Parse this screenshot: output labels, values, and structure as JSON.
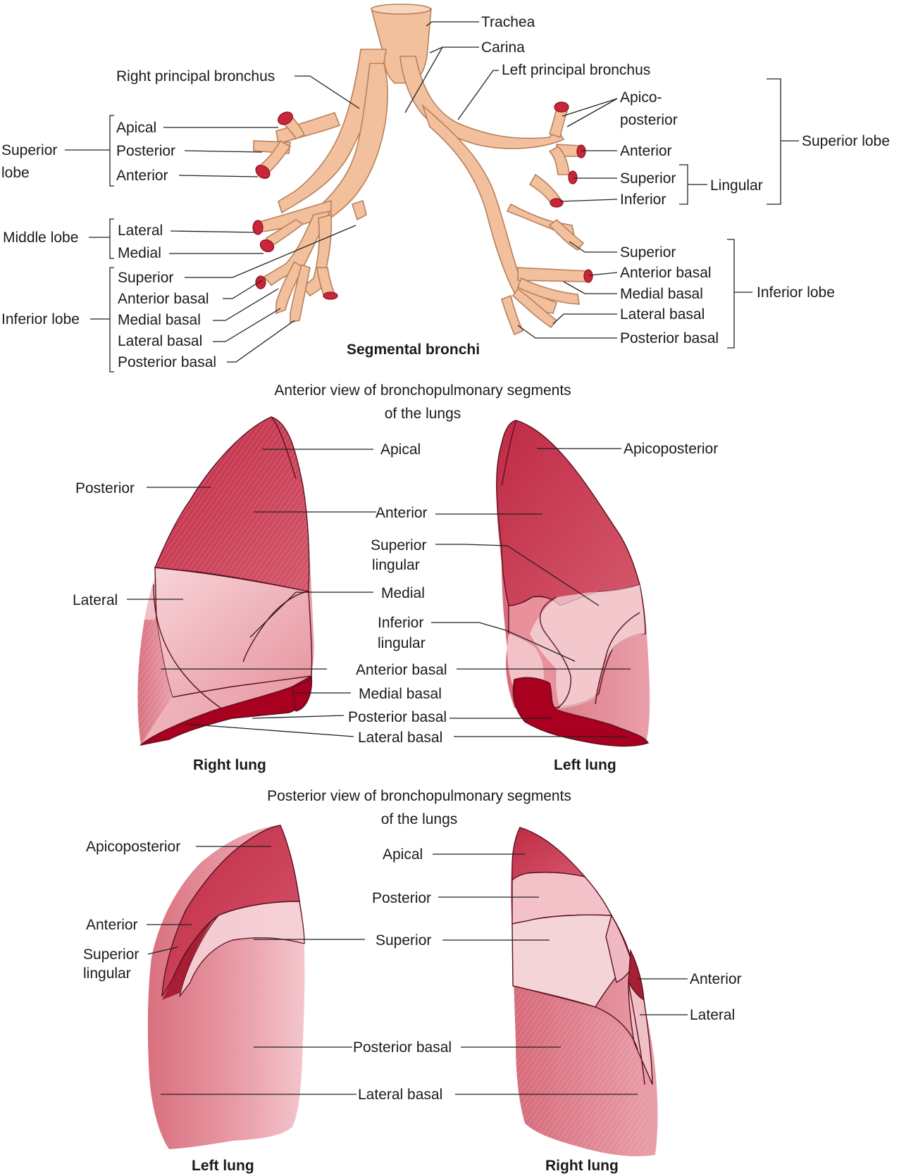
{
  "bronchi": {
    "title": "Segmental bronchi",
    "trachea": "Trachea",
    "carina": "Carina",
    "right_principal": "Right principal bronchus",
    "left_principal": "Left principal bronchus",
    "right": {
      "superior_lobe": [
        "Superior",
        "lobe"
      ],
      "superior_items": [
        "Apical",
        "Posterior",
        "Anterior"
      ],
      "middle_lobe": "Middle lobe",
      "middle_items": [
        "Lateral",
        "Medial"
      ],
      "inferior_lobe": "Inferior lobe",
      "inferior_items": [
        "Superior",
        "Anterior basal",
        "Medial basal",
        "Lateral basal",
        "Posterior basal"
      ]
    },
    "left": {
      "apico": [
        "Apico-",
        "posterior"
      ],
      "anterior": "Anterior",
      "lingular_items": [
        "Superior",
        "Inferior"
      ],
      "lingular": "Lingular",
      "superior_lobe": "Superior lobe",
      "inferior_items": [
        "Superior",
        "Anterior basal",
        "Medial basal",
        "Lateral basal",
        "Posterior basal"
      ],
      "inferior_lobe": "Inferior lobe"
    }
  },
  "anterior_view": {
    "title": [
      "Anterior view of bronchopulmonary segments",
      "of the lungs"
    ],
    "right_lung": "Right lung",
    "left_lung": "Left lung",
    "labels": {
      "apical": "Apical",
      "apicoposterior": "Apicoposterior",
      "posterior": "Posterior",
      "anterior": "Anterior",
      "superior_lingular": [
        "Superior",
        "lingular"
      ],
      "lateral": "Lateral",
      "medial": "Medial",
      "inferior_lingular": [
        "Inferior",
        "lingular"
      ],
      "anterior_basal": "Anterior basal",
      "medial_basal": "Medial basal",
      "posterior_basal": "Posterior basal",
      "lateral_basal": "Lateral basal"
    }
  },
  "posterior_view": {
    "title": [
      "Posterior view of bronchopulmonary segments",
      "of the lungs"
    ],
    "left_lung": "Left lung",
    "right_lung": "Right lung",
    "labels": {
      "apicoposterior": "Apicoposterior",
      "apical": "Apical",
      "posterior": "Posterior",
      "anterior_left": "Anterior",
      "superior": "Superior",
      "superior_lingular": [
        "Superior",
        "lingular"
      ],
      "anterior_right": "Anterior",
      "lateral": "Lateral",
      "posterior_basal": "Posterior basal",
      "lateral_basal": "Lateral basal"
    }
  },
  "colors": {
    "bronchus": "#f2c09c",
    "bronchus_outline": "#b8805c",
    "deep_red": "#b3243d",
    "mid_red": "#d05a6c",
    "pink": "#e48a97",
    "light_pink": "#f3c2c8",
    "crimson": "#a8001e"
  }
}
